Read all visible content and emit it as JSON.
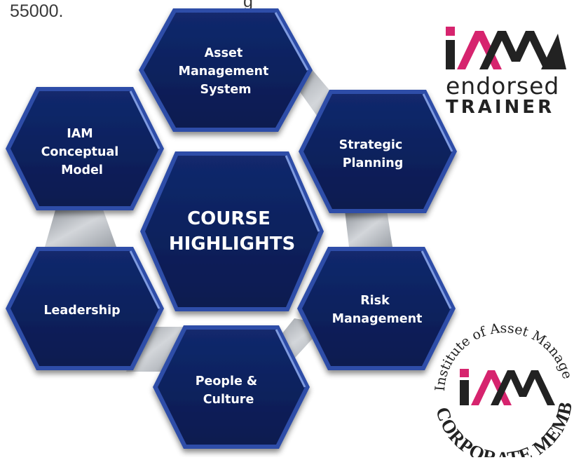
{
  "top_text": {
    "number": "55000.",
    "cut_off_fragment": "g"
  },
  "diagram": {
    "center": {
      "line1": "COURSE",
      "line2": "HIGHLIGHTS"
    },
    "nodes": [
      {
        "id": "asset",
        "lines": [
          "Asset",
          "Management",
          "System"
        ]
      },
      {
        "id": "strategic",
        "lines": [
          "Strategic",
          "Planning"
        ]
      },
      {
        "id": "risk",
        "lines": [
          "Risk",
          "Management"
        ]
      },
      {
        "id": "people",
        "lines": [
          "People &",
          "Culture"
        ]
      },
      {
        "id": "leadership",
        "lines": [
          "Leadership"
        ]
      },
      {
        "id": "conceptual",
        "lines": [
          "IAM",
          "Conceptual",
          "Model"
        ]
      }
    ],
    "colors": {
      "hex_fill": "#0c1f5c",
      "hex_border": "#2e4ea8",
      "connector": "#a9adb3"
    }
  },
  "logos": {
    "endorsed": {
      "brand": "IAM",
      "word1": "endorsed",
      "word2": "TRAINER",
      "accent": "#d6246e"
    },
    "seal": {
      "arc_top": "Institute of Asset Management",
      "arc_bottom": "CORPORATE MEMBER",
      "brand": "IAM"
    }
  }
}
